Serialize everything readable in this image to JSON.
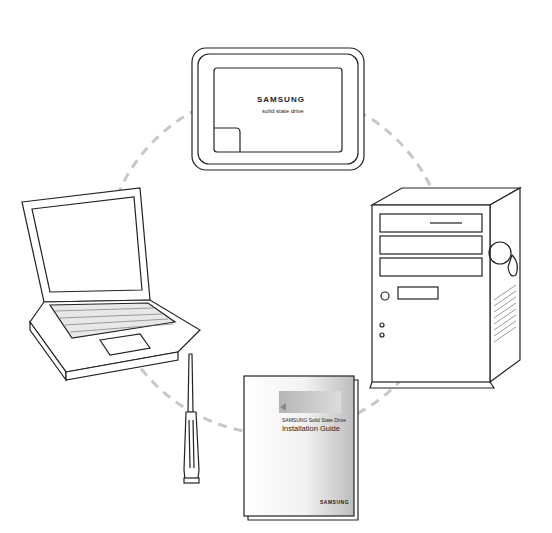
{
  "diagram": {
    "labels": [
      "SAMSUNG",
      "solid state drive",
      "SAMSUNG Solid State Drive",
      "Installation Guide",
      "SAMSUNG"
    ]
  }
}
